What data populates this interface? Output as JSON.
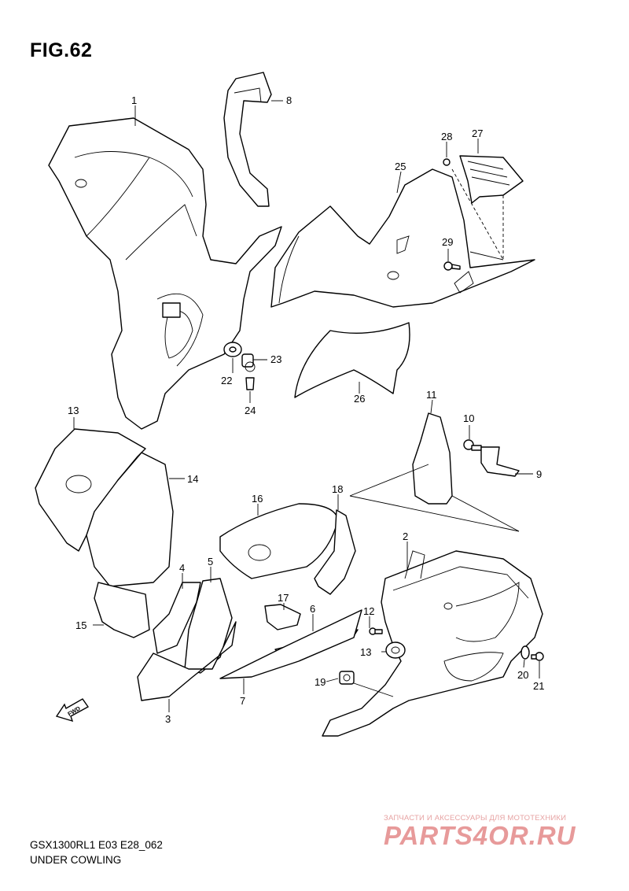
{
  "figure": {
    "title": "FIG.62",
    "model_code": "GSX1300RL1 E03 E28_062",
    "section_name": "UNDER COWLING"
  },
  "watermark": {
    "top_text": "ЗАПЧАСТИ И АКСЕССУАРЫ ДЛЯ МОТОТЕХНИКИ",
    "logo_text": "PARTS4OR.RU"
  },
  "direction_marker": "FWD",
  "callouts": [
    "1",
    "2",
    "3",
    "4",
    "5",
    "6",
    "7",
    "8",
    "9",
    "10",
    "11",
    "12",
    "13",
    "13",
    "14",
    "15",
    "16",
    "17",
    "18",
    "19",
    "20",
    "21",
    "22",
    "23",
    "24",
    "25",
    "26",
    "27",
    "28",
    "29"
  ]
}
